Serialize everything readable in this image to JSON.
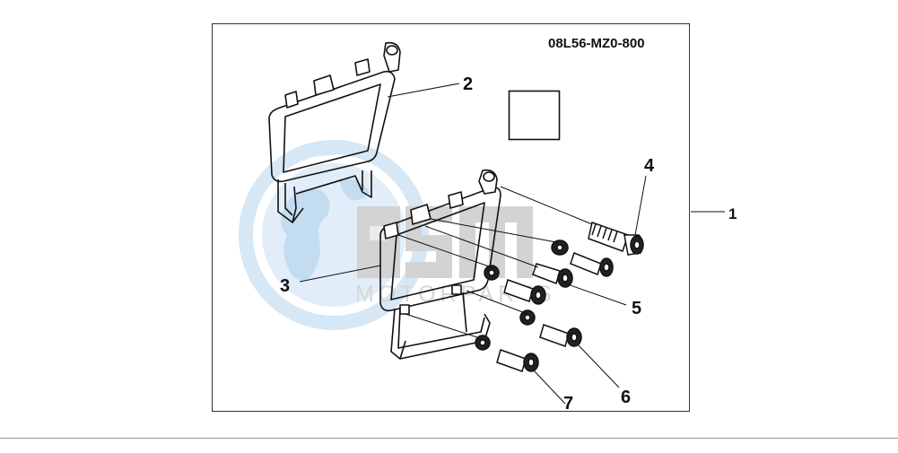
{
  "diagram": {
    "part_number": "08L56-MZ0-800",
    "callouts": {
      "c1": "1",
      "c2": "2",
      "c3": "3",
      "c4": "4",
      "c5": "5",
      "c6": "6",
      "c7": "7"
    }
  },
  "watermark": {
    "logo_text": "MOTORPARTS",
    "colors": {
      "globe": "#b9d6ee",
      "letters": "#c9c9c9"
    }
  }
}
